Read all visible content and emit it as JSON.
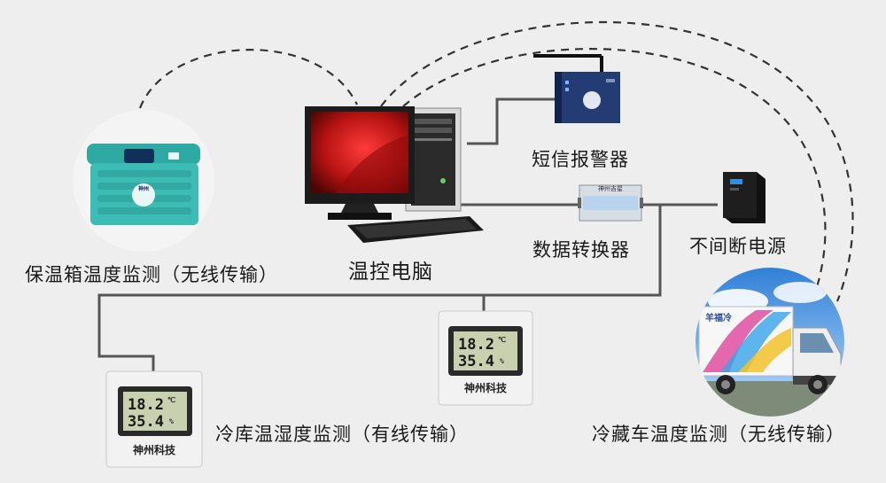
{
  "labels": {
    "cooler": "保温箱温度监测（无线传输）",
    "pc": "温控电脑",
    "sms": "短信报警器",
    "converter": "数据转换器",
    "ups": "不间断电源",
    "coldstore": "冷库温湿度监测（有线传输）",
    "truck": "冷藏车温度监测（无线传输）"
  },
  "sensor": {
    "temp": "18.2",
    "temp_unit": "℃",
    "hum": "35.4",
    "hum_unit": "%",
    "brand": "神州科技"
  },
  "logo_text": "神州",
  "converter_face": "神州吉星",
  "truck_text": "羊福冷",
  "colors": {
    "background": "#eeeeee",
    "cooler": "#39b7b0",
    "screen": "#c81c1c",
    "line": "#555555"
  }
}
